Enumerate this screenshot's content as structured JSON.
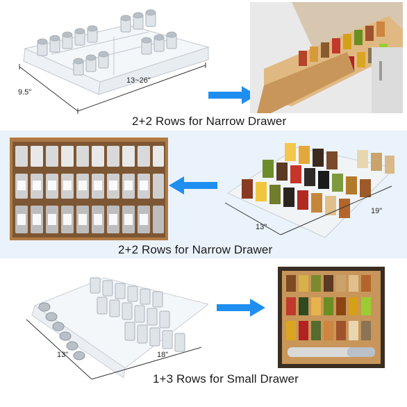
{
  "sections": [
    {
      "caption": "2+2 Rows for Narrow Drawer",
      "dims": {
        "width": "9.5\"",
        "length": "13~26\""
      }
    },
    {
      "caption": "2+2 Rows for Narrow Drawer",
      "dims": {
        "width": "13\"",
        "length": "19\""
      }
    },
    {
      "caption": "1+3 Rows for Small Drawer",
      "dims": {
        "width": "13\"",
        "length": "18\""
      }
    }
  ],
  "colors": {
    "arrow": "#1f8ef1",
    "band": "#eaf3fb",
    "wood": "#c8965a"
  }
}
